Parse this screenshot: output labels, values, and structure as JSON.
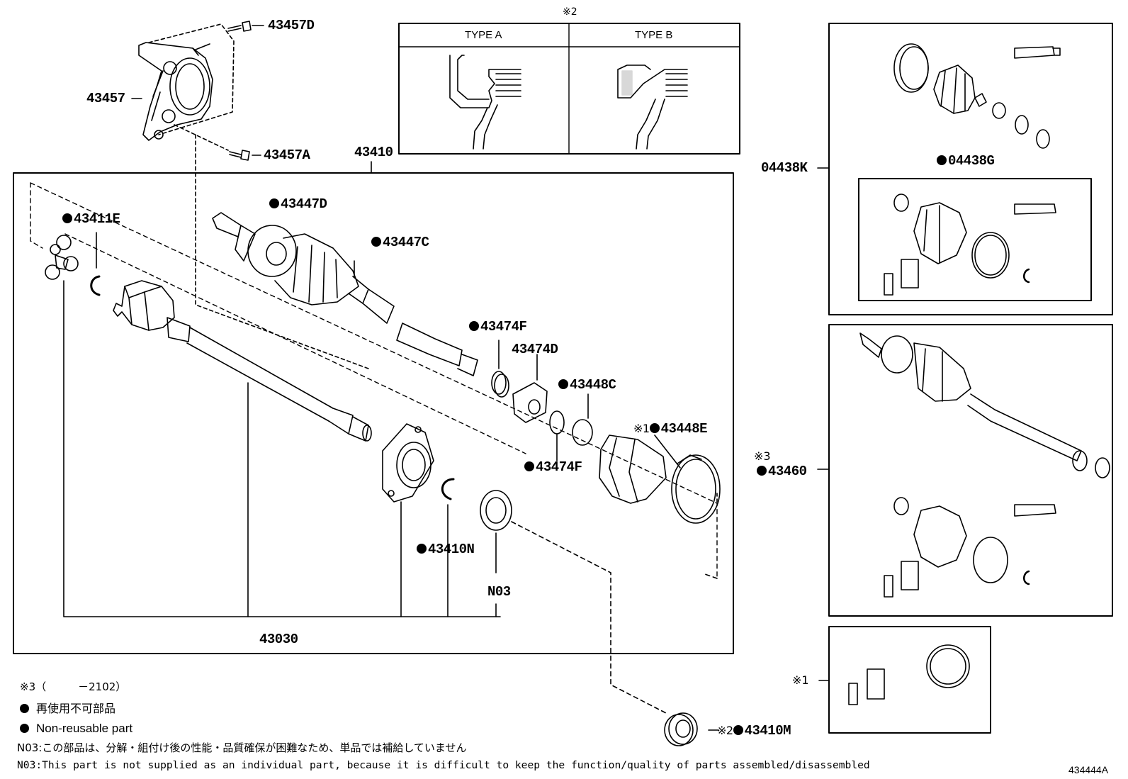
{
  "labels": {
    "p43457D": "43457D",
    "p43457": "43457",
    "p43457A": "43457A",
    "p43410": "43410",
    "p43411E": "43411E",
    "p43447D": "43447D",
    "p43447C": "43447C",
    "p43474F_top": "43474F",
    "p43474D": "43474D",
    "p43448C": "43448C",
    "p43448E": "43448E",
    "p43474F_bottom": "43474F",
    "p43410N": "43410N",
    "pN03": "N03",
    "p43030": "43030",
    "p04438K": "04438K",
    "p04438G": "04438G",
    "p43460": "43460",
    "p43410M": "43410M"
  },
  "marks": {
    "ref1": "※1",
    "ref2": "※2",
    "ref3": "※3"
  },
  "type_box": {
    "header": "※2",
    "type_a": "TYPE A",
    "type_b": "TYPE B"
  },
  "legend": {
    "note3": "※3（　　　－2102）",
    "nonreusable_jp": "再使用不可部品",
    "nonreusable_en": "Non-reusable part",
    "n03_jp": "N03:この部品は、分解・組付け後の性能・品質確保が困難なため、単品では補給していません",
    "n03_en": "N03:This part is not supplied as an individual part, because it is difficult to keep the function/quality of parts assembled/disassembled"
  },
  "diagram_id": "434444A"
}
